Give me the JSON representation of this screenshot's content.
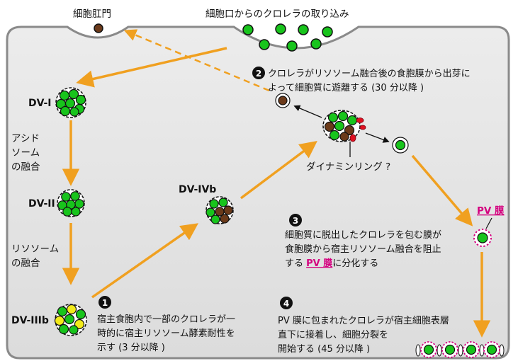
{
  "title_anus": "細胞肛門",
  "title_mouth": "細胞口からのクロレラの取り込み",
  "stages": {
    "dv1": "DV-I",
    "dv2": "DV-II",
    "dv3": "DV-IIIb",
    "dv4": "DV-IVb"
  },
  "side_labels": {
    "acid_1": "アシド",
    "acid_2": "ソーム",
    "acid_3": "の融合",
    "lyso_1": "リソソーム",
    "lyso_2": "の融合"
  },
  "steps": {
    "s1_num": "1",
    "s1_line1": "宿主食胞内で一部のクロレラが一",
    "s1_line2": "時的に宿主リソソーム酵素耐性を",
    "s1_line3": "示す (3 分以降 )",
    "s2_num": "2",
    "s2_line1": "クロレラがリソソーム融合後の食胞膜から出芽に",
    "s2_line2": "よって細胞質に遊離する (30 分以降 )",
    "s3_num": "3",
    "s3_line1": "細胞質に脱出したクロレラを包む膜が",
    "s3_line2": "食胞膜から宿主リソソーム融合を阻止",
    "s3_line3_a": "する ",
    "s3_line3_b": "PV 膜",
    "s3_line3_c": "に分化する",
    "s4_num": "4",
    "s4_line1": "PV 膜に包まれたクロレラが宿主細胞表層",
    "s4_line2": "直下に接着し、細胞分裂を",
    "s4_line3": "開始する (45 分以降 )"
  },
  "dynamin_label": "ダイナミンリング ?",
  "pv_label": "PV 膜",
  "colors": {
    "arrow": "#f0a020",
    "chlorella": "#18c41c",
    "brown": "#6b3a1a",
    "yellow": "#f2ea1a",
    "cell_fill": "#e4e4e4",
    "cell_border": "#8a8a8a",
    "pv_accent": "#d4007f",
    "dynamin": "#e01020"
  }
}
